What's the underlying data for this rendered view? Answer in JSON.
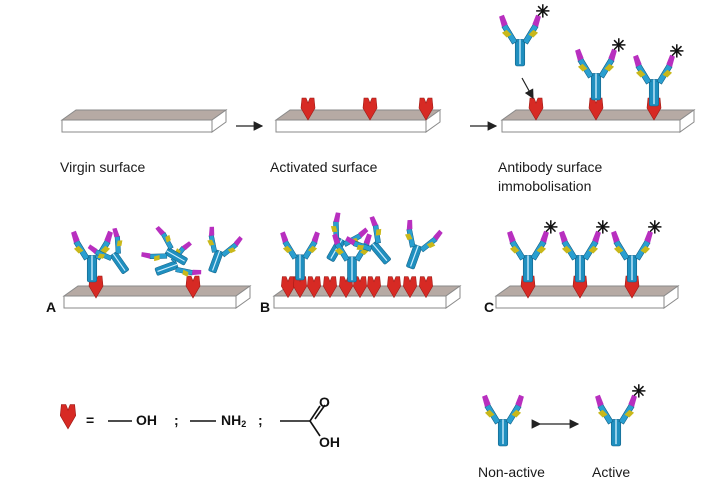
{
  "stages": {
    "virgin": "Virgin surface",
    "activated": "Activated surface",
    "immobilised_line1": "Antibody surface",
    "immobilised_line2": "immobolisation"
  },
  "panels": {
    "a": "A",
    "b": "B",
    "c": "C"
  },
  "legend": {
    "equals": "=",
    "oh": "OH",
    "sep1": ";",
    "nh2_main": "NH",
    "nh2_sub": "2",
    "sep2": ";",
    "cooh_o": "O",
    "cooh_oh": "OH"
  },
  "states": {
    "inactive": "Non-active",
    "active": "Active"
  },
  "colors": {
    "antibody_stem": "#1f8fbf",
    "antibody_arm": "#2a9fd0",
    "antibody_tip": "#b82fbf",
    "antibody_band": "#c9b81a",
    "linker": "#d72a24",
    "surface_top": "#b6aaa4",
    "surface_outline": "#8a8a8a"
  }
}
